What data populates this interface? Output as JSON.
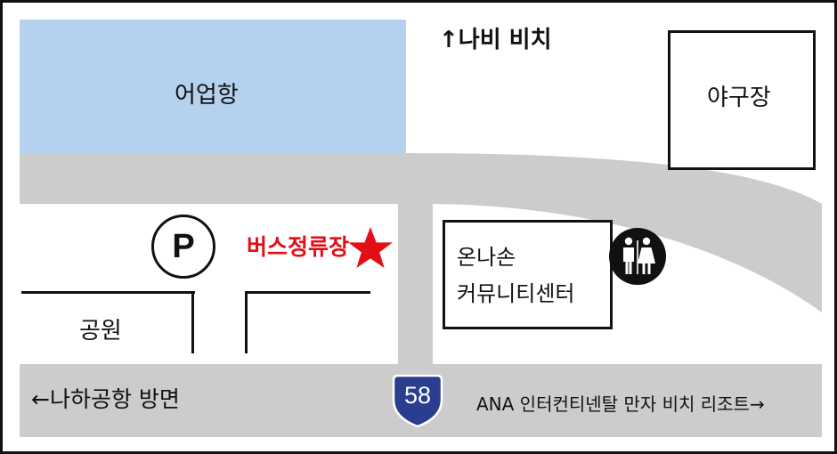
{
  "colors": {
    "harbor": "#b5d1ee",
    "road": "#cccccc",
    "bus_stop": "#e30f16",
    "route_shield": "#2a3d8f",
    "ink": "#111111"
  },
  "labels": {
    "harbor": "어업항",
    "beach_north": "↑나비 비치",
    "baseball_field": "야구장",
    "bus_stop": "버스정류장",
    "community_center_line1": "온나손",
    "community_center_line2": "커뮤니티센터",
    "park": "공원",
    "to_airport": "←나하공항 방면",
    "to_resort": "ANA 인터컨티넨탈 만자 비치 리조트→"
  },
  "route": {
    "number": "58"
  },
  "parking": {
    "symbol": "P"
  },
  "icons": {
    "bus_stop": "star-icon",
    "parking": "parking-icon",
    "restroom": "restroom-icon",
    "route": "route-shield-icon"
  }
}
